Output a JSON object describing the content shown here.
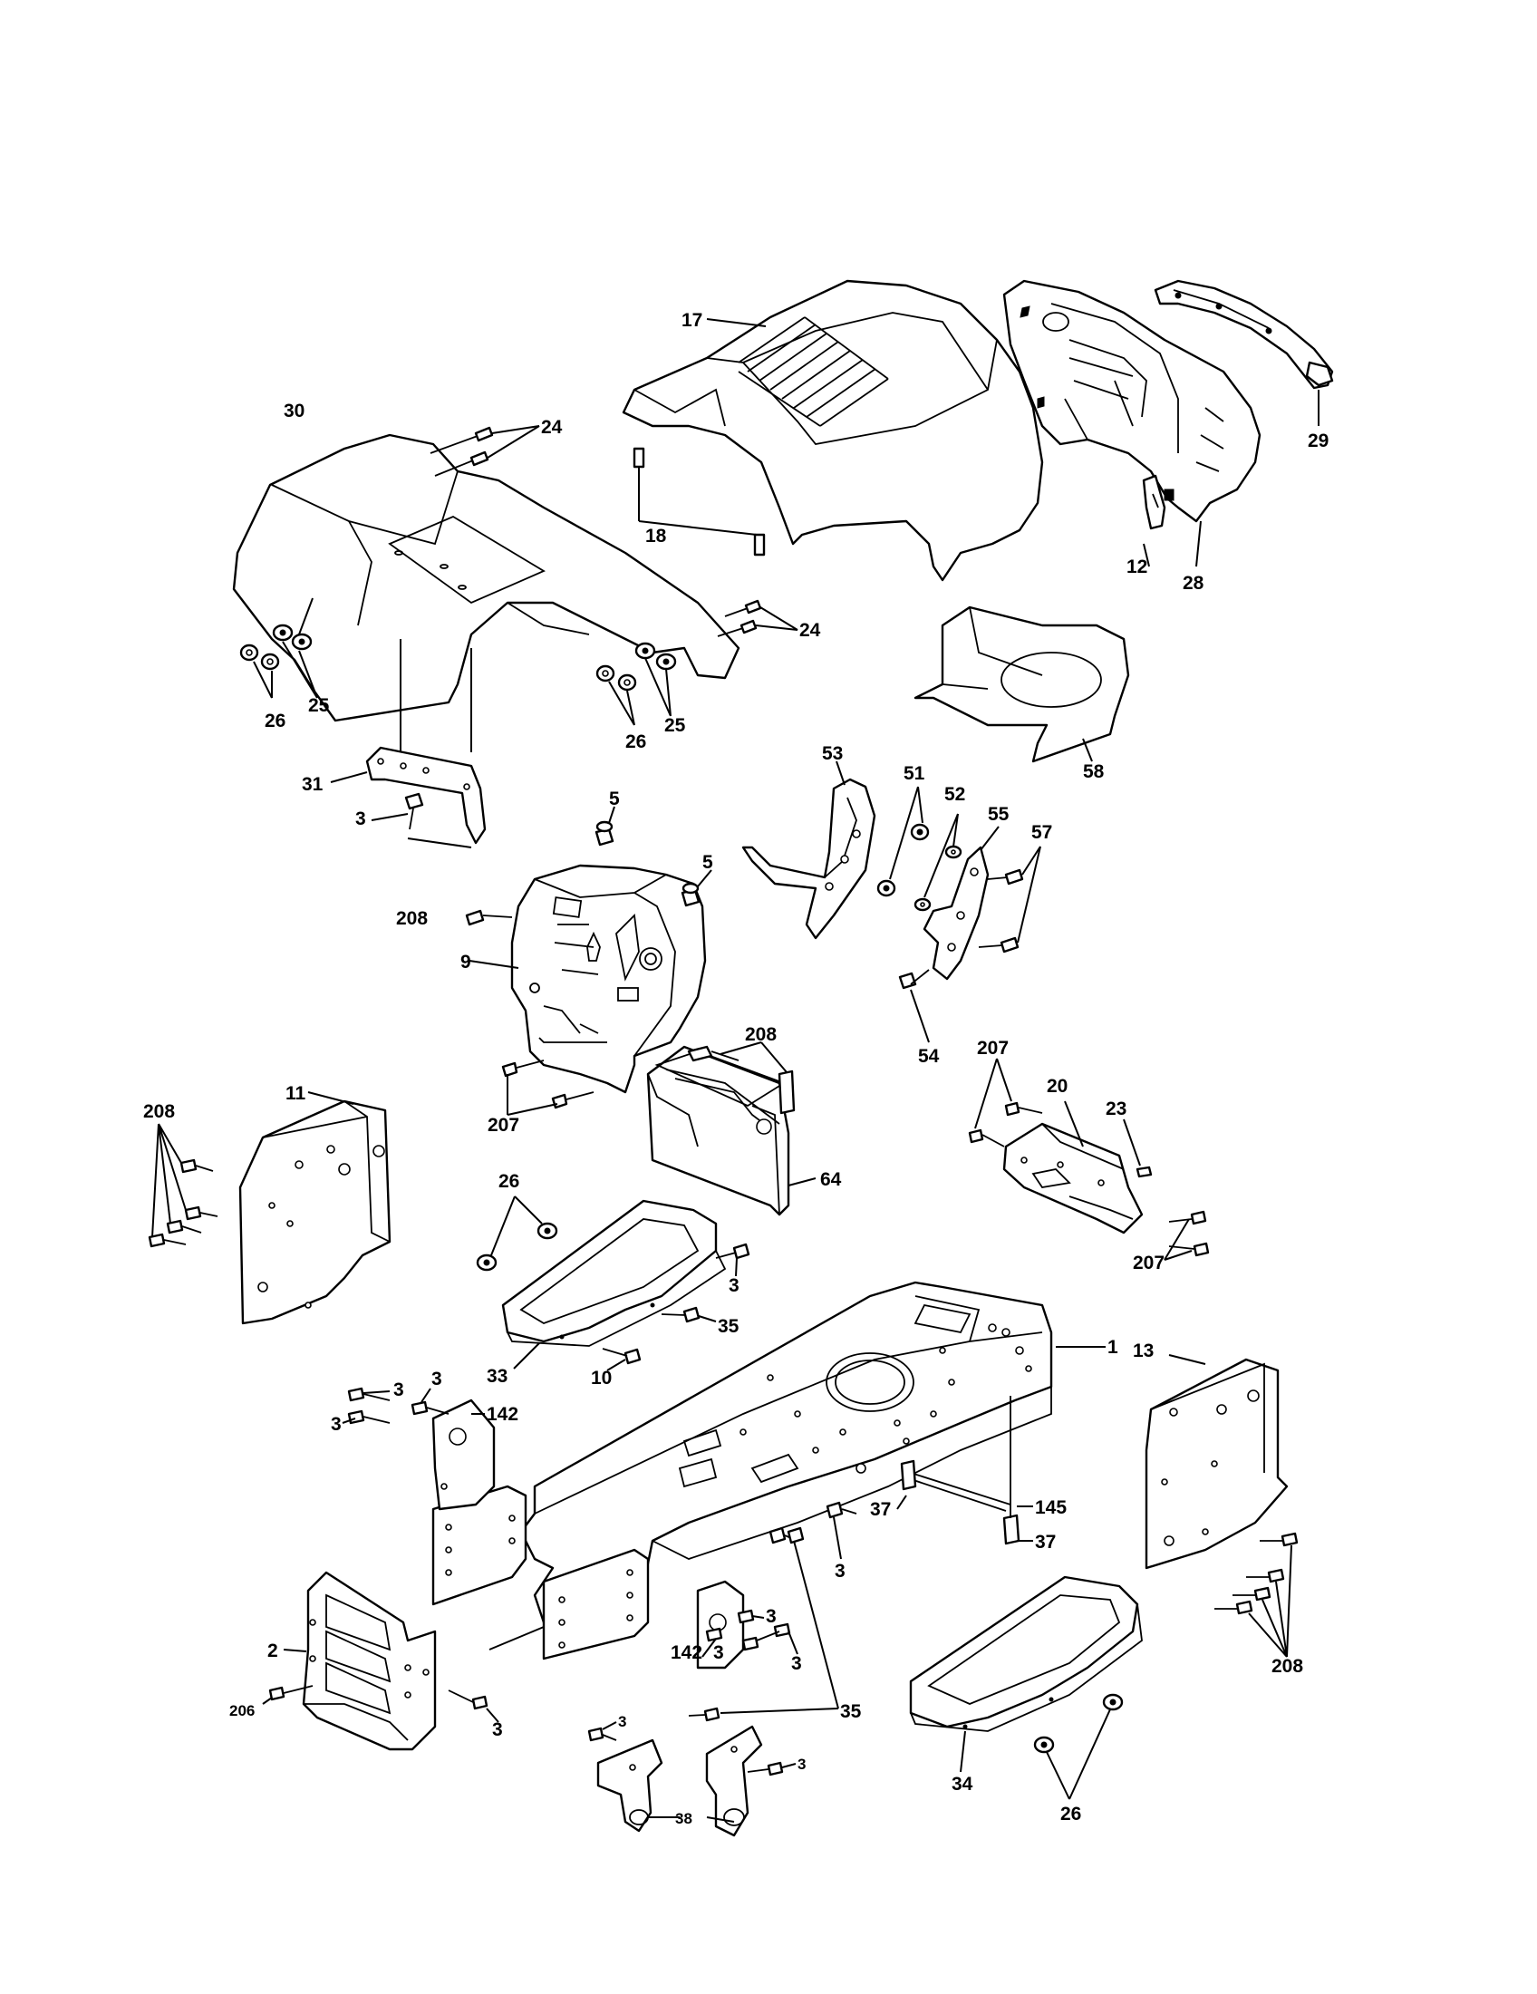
{
  "callouts": {
    "c1": "1",
    "c2": "2",
    "c3a": "3",
    "c3b": "3",
    "c3c": "3",
    "c3d": "3",
    "c3e": "3",
    "c3f": "3",
    "c3g": "3",
    "c3h": "3",
    "c3i": "3",
    "c3j": "3",
    "c3k": "3",
    "c3l": "3",
    "c5a": "5",
    "c5b": "5",
    "c9": "9",
    "c10": "10",
    "c11": "11",
    "c12": "12",
    "c13": "13",
    "c17": "17",
    "c18": "18",
    "c20": "20",
    "c23": "23",
    "c24a": "24",
    "c24b": "24",
    "c25a": "25",
    "c25b": "25",
    "c26a": "26",
    "c26b": "26",
    "c26c": "26",
    "c26d": "26",
    "c28": "28",
    "c29": "29",
    "c30": "30",
    "c31": "31",
    "c33": "33",
    "c34": "34",
    "c35a": "35",
    "c35b": "35",
    "c37a": "37",
    "c37b": "37",
    "c38": "38",
    "c51": "51",
    "c52": "52",
    "c53": "53",
    "c54": "54",
    "c55": "55",
    "c57": "57",
    "c58": "58",
    "c64": "64",
    "c142a": "142",
    "c142b": "142",
    "c145": "145",
    "c206": "206",
    "c207a": "207",
    "c207b": "207",
    "c207c": "207",
    "c208a": "208",
    "c208b": "208",
    "c208c": "208",
    "c208d": "208"
  }
}
